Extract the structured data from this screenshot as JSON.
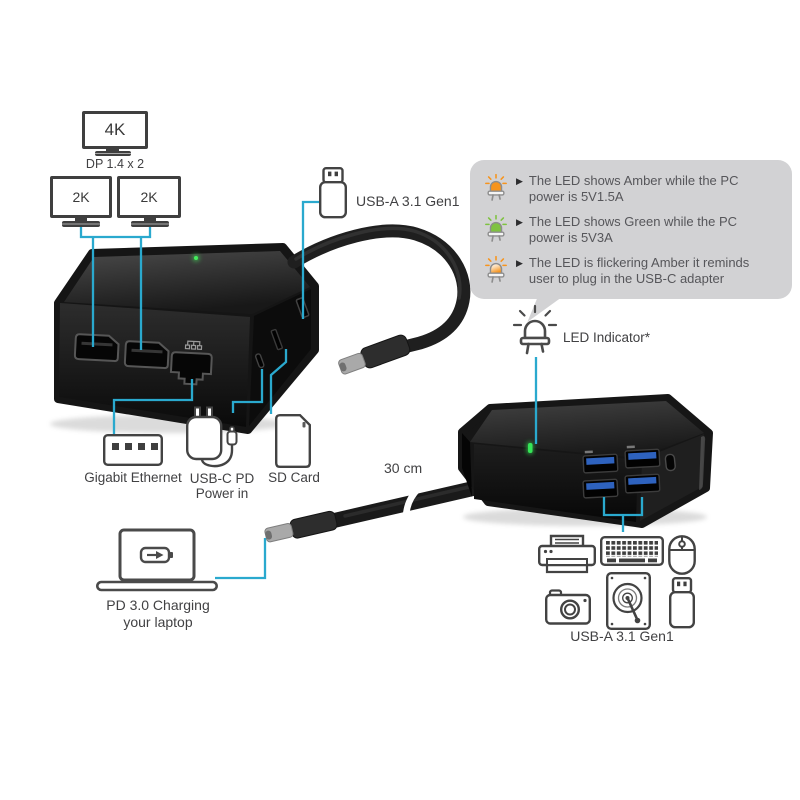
{
  "colors": {
    "accent_line": "#2AA9CE",
    "amber": "#F7941D",
    "green_note_led": "#7FC241",
    "dock_green_led": "#2ED24B",
    "info_box_bg": "#D2D2D4",
    "label_text": "#414143"
  },
  "monitors": {
    "uhd_label": "4K",
    "uhd_sub": "DP 1.4 x 2",
    "qhd_left_label": "2K",
    "qhd_right_label": "2K"
  },
  "labels": {
    "usb_a_top": "USB-A 3.1 Gen1",
    "led_indicator": "LED Indicator*",
    "cable_length": "30 cm",
    "gigabit_ethernet": "Gigabit Ethernet",
    "usb_c_pd": [
      "USB-C PD",
      "Power in"
    ],
    "sd_card": "SD Card",
    "pd_charging": [
      "PD 3.0 Charging",
      "your laptop"
    ],
    "usb_a_bottom": "USB-A 3.1 Gen1"
  },
  "led_panel": {
    "bullet": "▶",
    "notes": [
      {
        "icon": "amber-led",
        "text": "The LED shows Amber while the PC power is 5V1.5A"
      },
      {
        "icon": "green-led",
        "text": "The LED shows Green while the PC power is 5V3A"
      },
      {
        "icon": "flicker-amber-led",
        "text": "The LED is flickering Amber it reminds user to plug in the USB-C adapter"
      }
    ]
  }
}
